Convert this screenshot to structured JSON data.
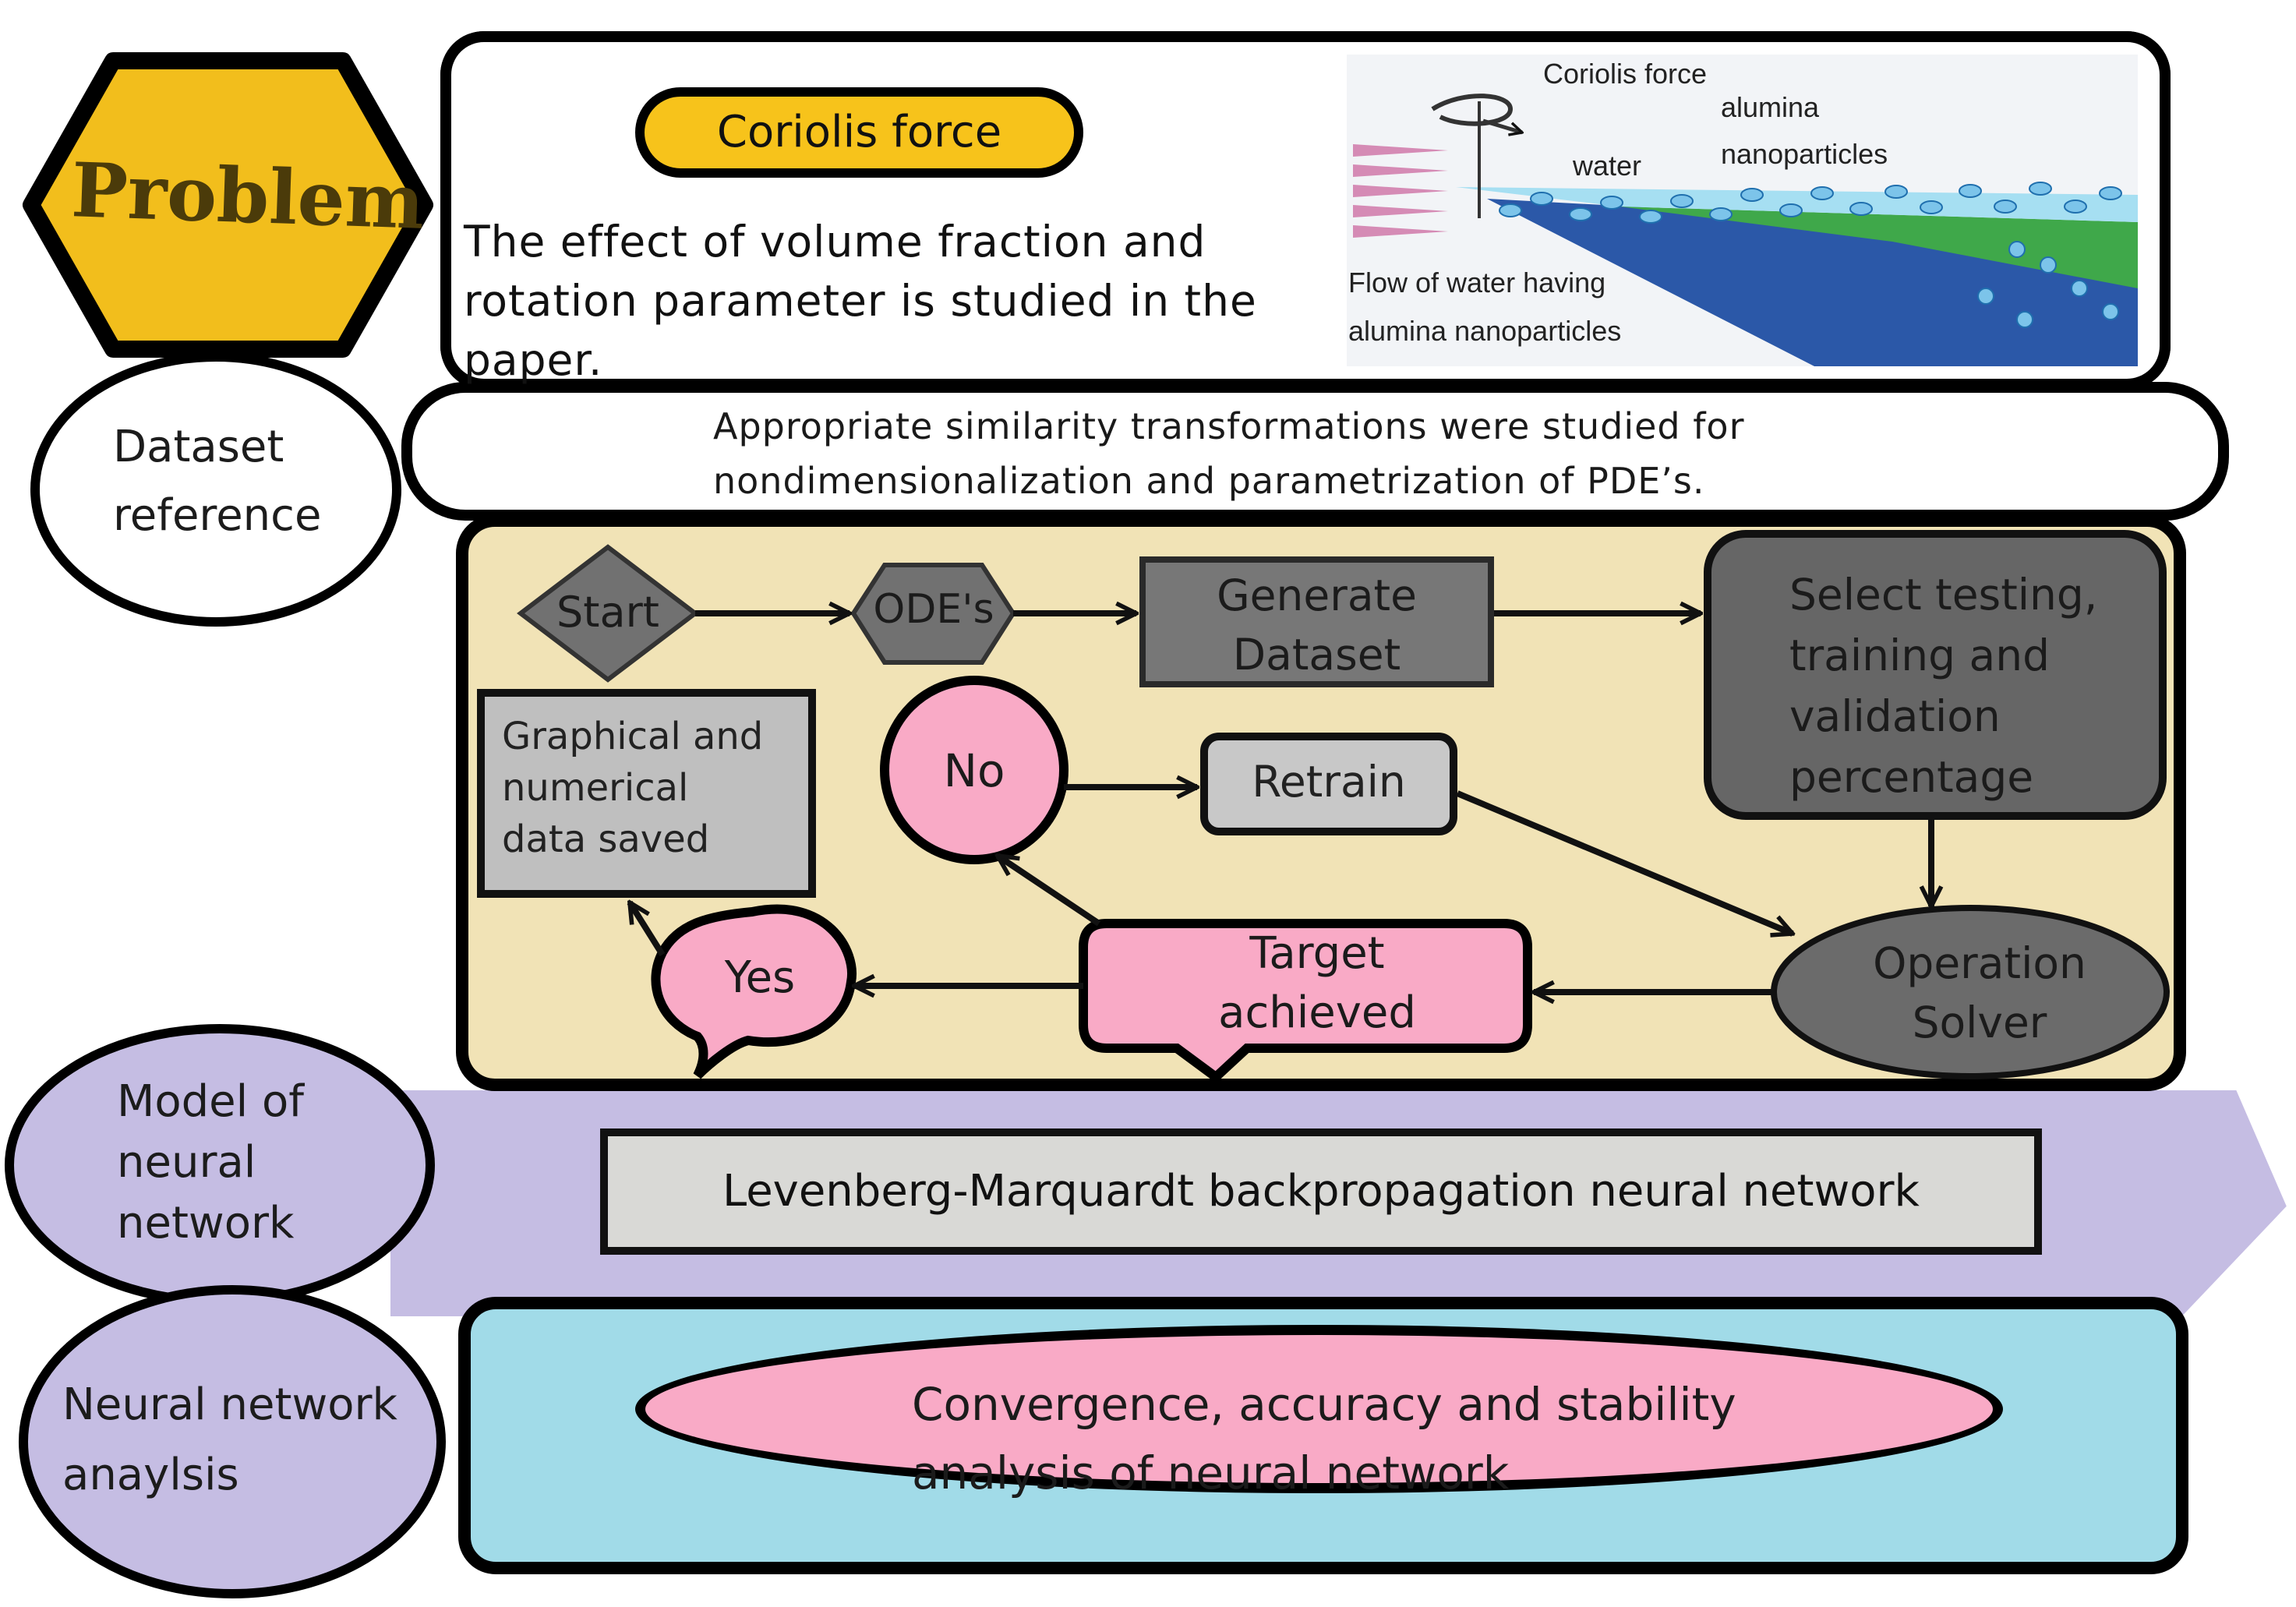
{
  "labels": {
    "problem": "Problem",
    "dataset_reference": [
      "Dataset",
      "reference"
    ],
    "model_of_neural_network": [
      "Model of",
      "neural",
      "network"
    ],
    "neural_network_analysis": [
      "Neural network",
      "anaylsis"
    ]
  },
  "problem": {
    "pill": "Coriolis force",
    "description": "The effect of volume fraction and rotation parameter is studied in the paper.",
    "illustration": {
      "coriolis": "Coriolis force",
      "water": "water",
      "alumina": [
        "alumina",
        "nanoparticles"
      ],
      "flow": [
        "Flow of water having",
        "alumina nanoparticles"
      ]
    }
  },
  "dataset": {
    "text": "Appropriate similarity transformations were studied for nondimensionalization and parametrization of PDE’s."
  },
  "flow": {
    "start": "Start",
    "odes": "ODE's",
    "generate": [
      "Generate",
      "Dataset"
    ],
    "select": [
      "Select testing,",
      "training and",
      "validation",
      "percentage"
    ],
    "graphical": [
      "Graphical and",
      "numerical",
      "data saved"
    ],
    "no": "No",
    "retrain": "Retrain",
    "yes": "Yes",
    "target": [
      "Target",
      "achieved"
    ],
    "solver": [
      "Operation",
      "Solver"
    ]
  },
  "model": {
    "text": "Levenberg-Marquardt backpropagation neural network"
  },
  "analysis": {
    "text": [
      "Convergence, accuracy and stability",
      "analysis of neural network"
    ]
  },
  "colors": {
    "hexagon": "#f2be1c",
    "pill": "#f7c31b",
    "flow_bg": "#f1e3b6",
    "pink": "#f9aac6",
    "gray_dark": "#666666",
    "gray_mid": "#777777",
    "gray_light": "#c8c8c8",
    "purple": "#c5bde3",
    "cyan": "#a1dbe8"
  }
}
